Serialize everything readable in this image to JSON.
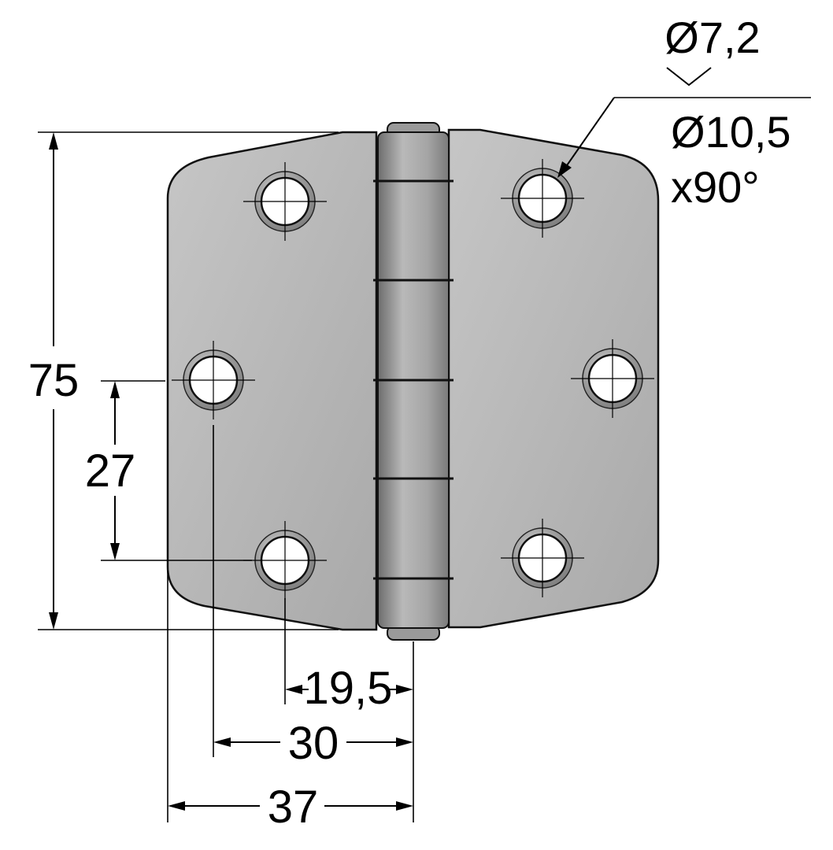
{
  "drawing": {
    "dimensions": {
      "height_total": "75",
      "hole_vertical_spacing": "27",
      "pin_to_outer_holes": "19,5",
      "pin_to_middle_hole": "30",
      "leaf_width": "37"
    },
    "hole_note": {
      "through_diameter": "Ø7,2",
      "countersink_diameter": "Ø10,5",
      "countersink_angle": "x90°"
    }
  }
}
